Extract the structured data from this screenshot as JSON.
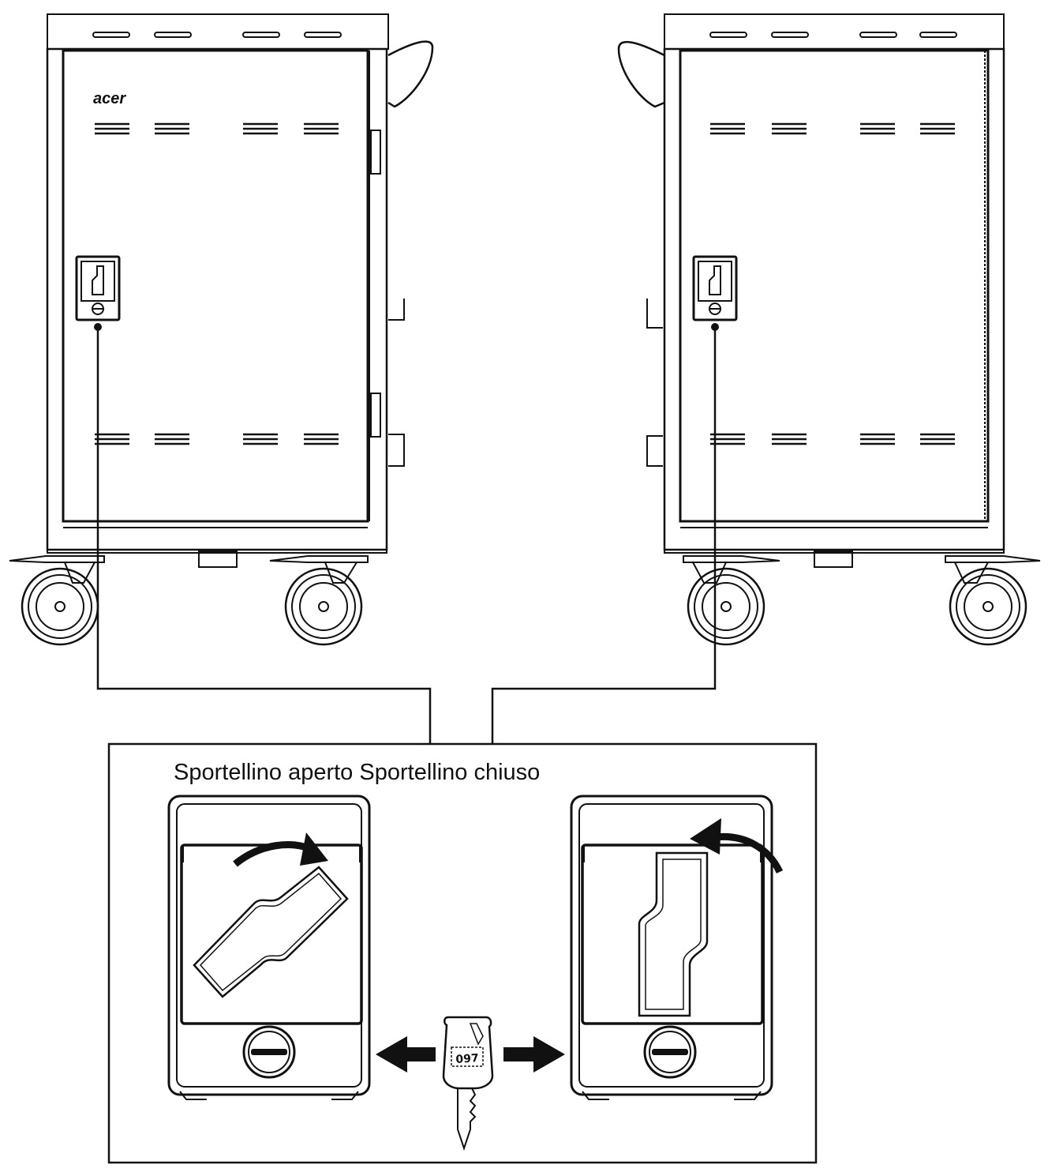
{
  "caption": {
    "open_label": "Sportellino aperto",
    "closed_label": "Sportellino chiuso"
  },
  "brand_logo": "acer",
  "key": {
    "number": "097"
  },
  "icons": {
    "rotate_clockwise": "arrow-curved-right-icon",
    "rotate_counterclockwise": "arrow-curved-left-icon",
    "left_arrow": "arrow-left-icon",
    "right_arrow": "arrow-right-icon",
    "key": "key-icon"
  },
  "colors": {
    "line": "#111111",
    "fill": "#ffffff",
    "dark": "#000000"
  }
}
